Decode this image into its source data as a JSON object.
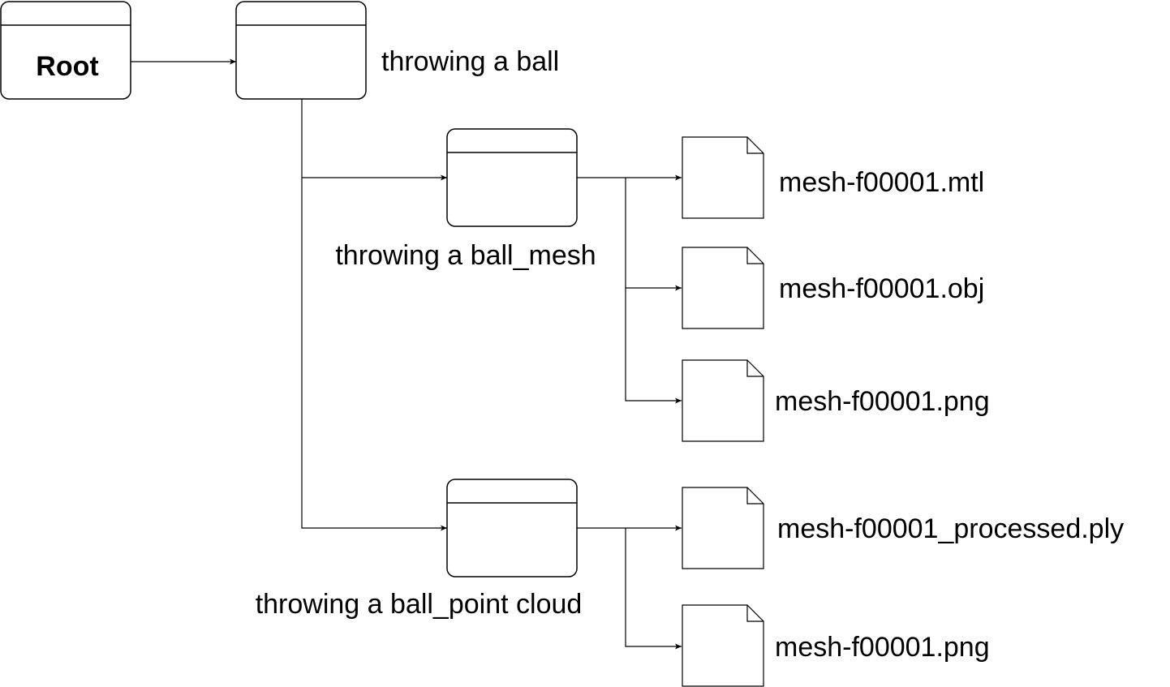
{
  "root": {
    "label": "Root"
  },
  "folders": {
    "main": {
      "label": "throwing a ball"
    },
    "mesh": {
      "label": "throwing a ball_mesh",
      "files": [
        {
          "label": "mesh-f00001.mtl"
        },
        {
          "label": "mesh-f00001.obj"
        },
        {
          "label": "mesh-f00001.png"
        }
      ]
    },
    "point_cloud": {
      "label": "throwing a ball_point cloud",
      "files": [
        {
          "label": "mesh-f00001_processed.ply"
        },
        {
          "label": "mesh-f00001.png"
        }
      ]
    }
  },
  "colors": {
    "stroke": "#000000",
    "fill": "#ffffff"
  }
}
